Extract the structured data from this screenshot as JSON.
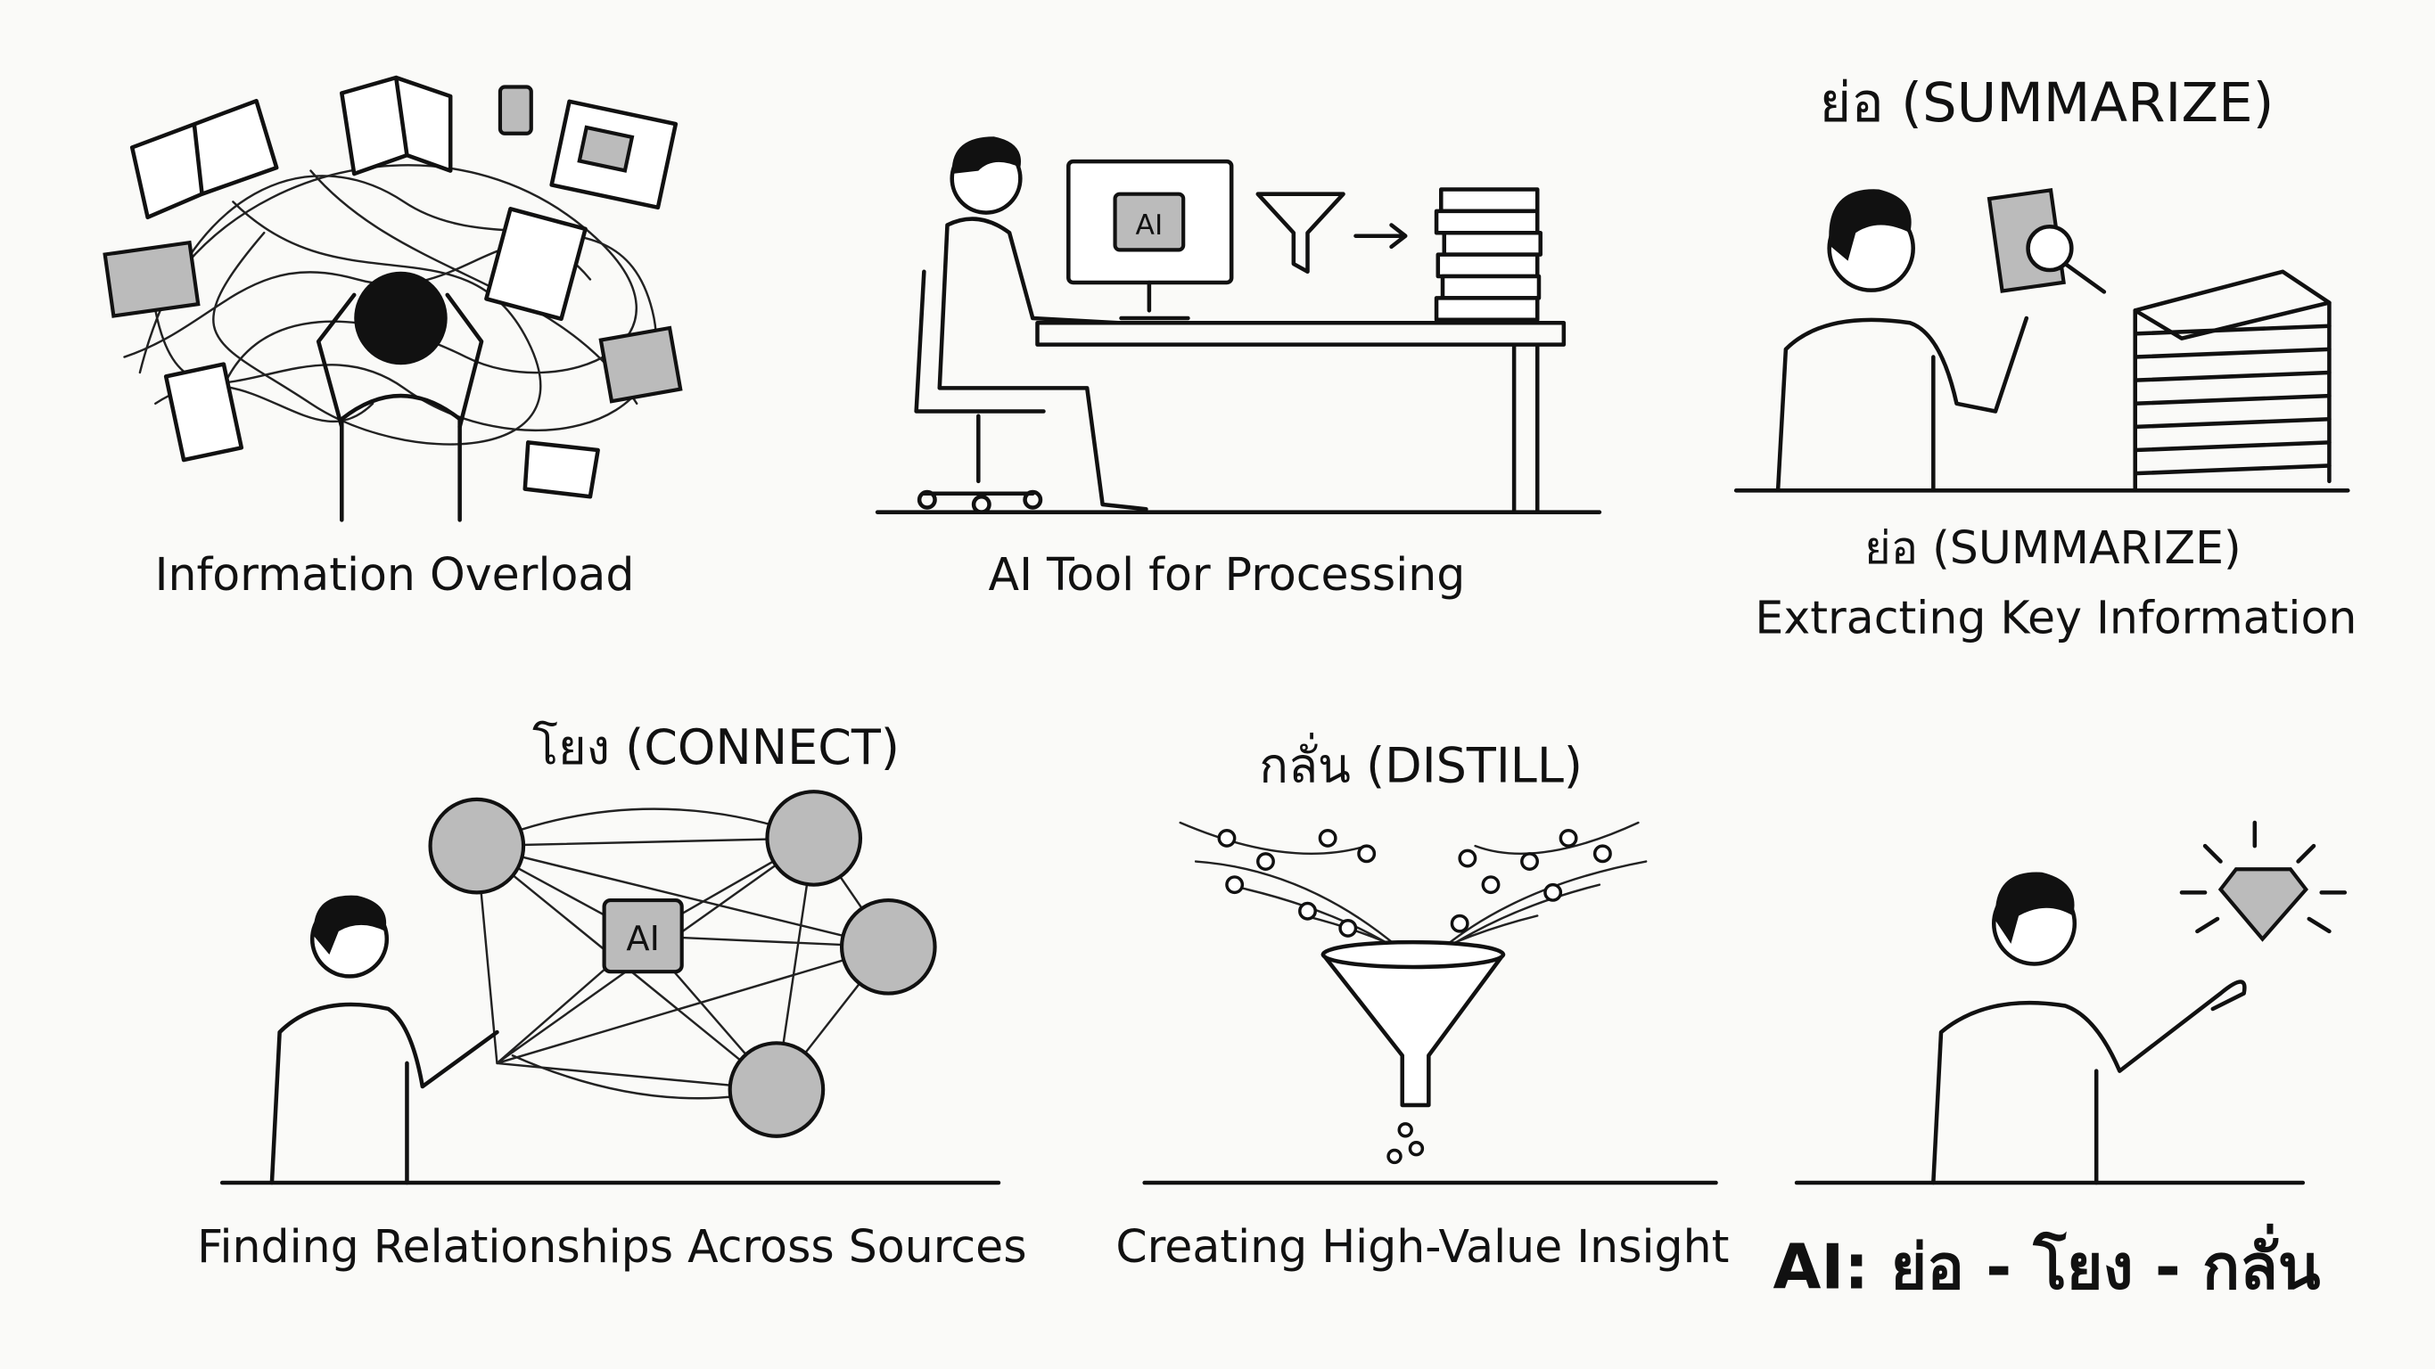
{
  "panels": {
    "overload": {
      "caption": "Information Overload"
    },
    "ai_tool": {
      "caption": "AI Tool for Processing",
      "chip_label": "AI"
    },
    "summarize": {
      "title": "ย่อ (SUMMARIZE)",
      "caption_title": "ย่อ (SUMMARIZE)",
      "caption": "Extracting Key Information"
    },
    "connect": {
      "title": "โยง (CONNECT)",
      "caption": "Finding Relationships Across Sources",
      "chip_label": "AI"
    },
    "distill": {
      "title": "กลั่น (DISTILL)",
      "caption": "Creating High-Value Insight"
    },
    "result": {
      "caption": "AI: ย่อ - โยง - กลั่น"
    }
  },
  "colors": {
    "ink": "#111111",
    "background": "#fafaf8",
    "shade": "#bbbbbb"
  }
}
